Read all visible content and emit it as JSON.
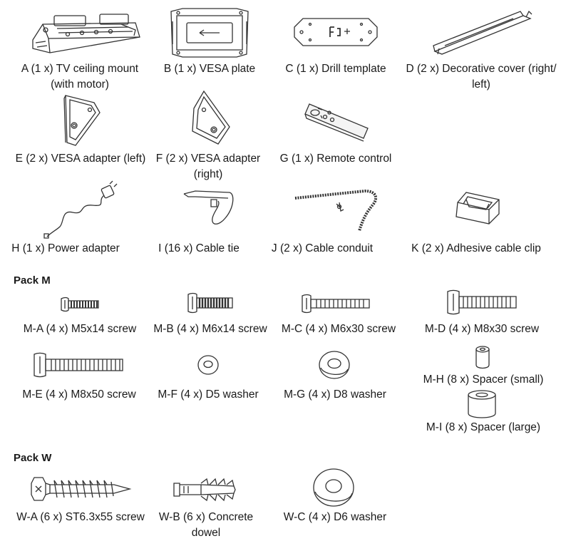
{
  "parts": {
    "a": {
      "line1": "A (1 x) TV ceiling mount",
      "line2": "(with motor)",
      "icon": "ceiling-mount"
    },
    "b": {
      "line1": "B (1 x) VESA plate",
      "icon": "vesa-plate"
    },
    "c": {
      "line1": "C (1 x) Drill template",
      "icon": "drill-template"
    },
    "d": {
      "line1": "D (2 x) Decorative cover (right/",
      "line2": "left)",
      "icon": "decorative-cover"
    },
    "e": {
      "line1": "E (2 x) VESA adapter (left)",
      "icon": "vesa-adapter-left"
    },
    "f": {
      "line1": "F (2 x) VESA adapter",
      "line2": "(right)",
      "icon": "vesa-adapter-right"
    },
    "g": {
      "line1": "G (1 x) Remote control",
      "icon": "remote-control"
    },
    "h": {
      "line1": "H (1 x) Power adapter",
      "icon": "power-adapter"
    },
    "i": {
      "line1": "I (16 x) Cable tie",
      "icon": "cable-tie"
    },
    "j": {
      "line1": "J (2 x) Cable conduit",
      "icon": "cable-conduit"
    },
    "k": {
      "line1": "K (2 x) Adhesive cable clip",
      "icon": "cable-clip"
    }
  },
  "pack_m": {
    "title": "Pack M",
    "ma": "M-A (4 x) M5x14 screw",
    "mb": "M-B (4 x) M6x14 screw",
    "mc": "M-C (4 x) M6x30 screw",
    "md": "M-D (4 x) M8x30 screw",
    "me": "M-E (4 x) M8x50 screw",
    "mf": "M-F (4 x) D5 washer",
    "mg": "M-G (4 x) D8 washer",
    "mh": "M-H (8 x) Spacer (small)",
    "mi": "M-I (8 x) Spacer (large)"
  },
  "pack_w": {
    "title": "Pack W",
    "wa": "W-A (6 x) ST6.3x55 screw",
    "wb_line1": "W-B (6 x) Concrete",
    "wb_line2": "dowel",
    "wc": "W-C (4 x) D6 washer"
  }
}
